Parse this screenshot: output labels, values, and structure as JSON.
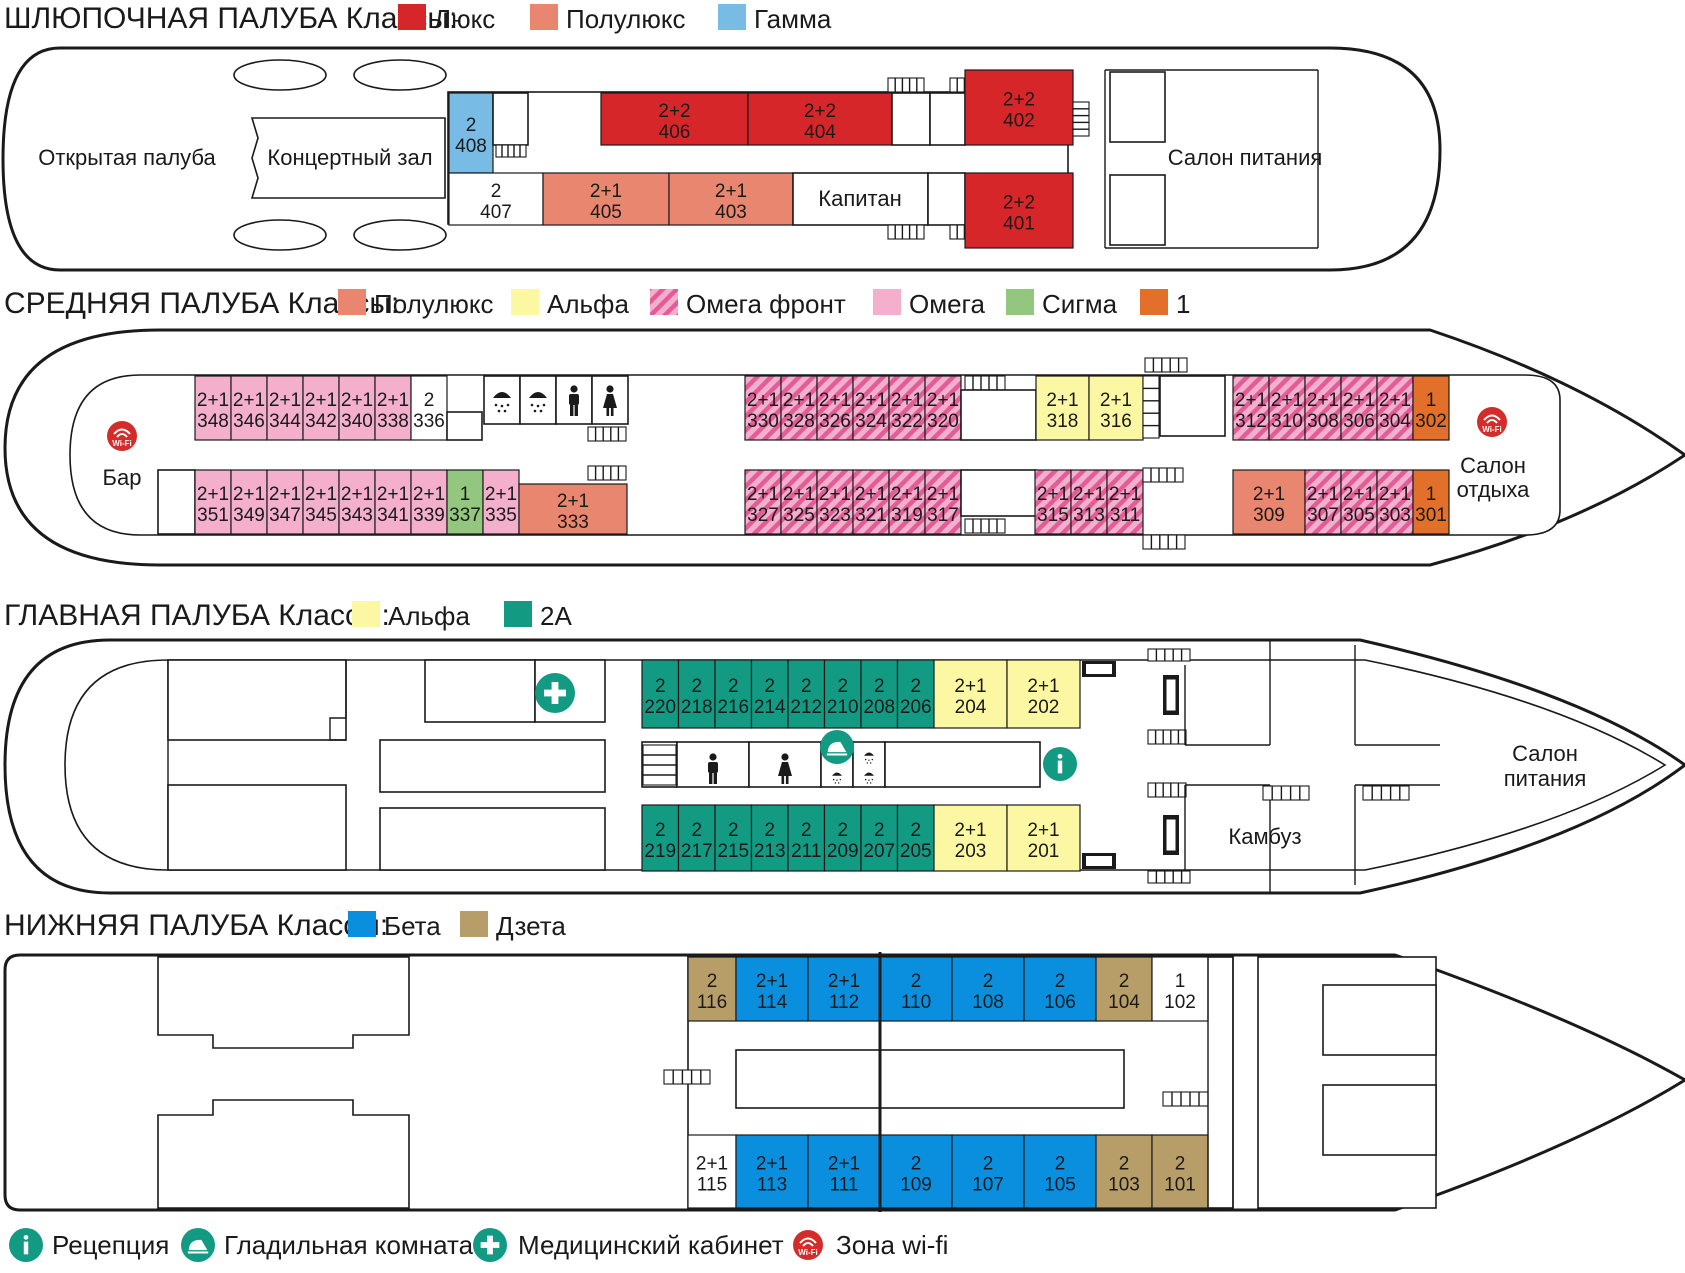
{
  "colors": {
    "lux": "#d7262a",
    "semilux": "#e9866f",
    "gamma": "#78bce6",
    "alpha": "#fbf7a3",
    "omega": "#f3afcc",
    "omega_stripe": "#e25c98",
    "sigma": "#93c77f",
    "one": "#e2702b",
    "teal": "#129a83",
    "beta": "#0a8fdf",
    "zeta": "#b79e69",
    "white": "#ffffff",
    "wifi": "#d42c2a"
  },
  "decks": {
    "boat": {
      "title": "ШЛЮПОЧНАЯ ПАЛУБА Классы:",
      "legend": [
        {
          "label": "Люкс",
          "cls": "lux"
        },
        {
          "label": "Полулюкс",
          "cls": "semilux"
        },
        {
          "label": "Гамма",
          "cls": "gamma"
        }
      ],
      "areas": {
        "open": "Открытая палуба",
        "concert": "Концертный зал",
        "captain": "Капитан",
        "dining": "Салон питания"
      },
      "cabins": [
        {
          "id": "408",
          "beds": "2",
          "cls": "gamma"
        },
        {
          "id": "406",
          "beds": "2+2",
          "cls": "lux"
        },
        {
          "id": "404",
          "beds": "2+2",
          "cls": "lux"
        },
        {
          "id": "402",
          "beds": "2+2",
          "cls": "lux"
        },
        {
          "id": "407",
          "beds": "2",
          "cls": "white"
        },
        {
          "id": "405",
          "beds": "2+1",
          "cls": "semilux"
        },
        {
          "id": "403",
          "beds": "2+1",
          "cls": "semilux"
        },
        {
          "id": "401",
          "beds": "2+2",
          "cls": "lux"
        }
      ]
    },
    "middle": {
      "title": "СРЕДНЯЯ ПАЛУБА Классы:",
      "legend": [
        {
          "label": "Полулюкс",
          "cls": "semilux"
        },
        {
          "label": "Альфа",
          "cls": "alpha"
        },
        {
          "label": "Омега фронт",
          "cls": "omegaf"
        },
        {
          "label": "Омега",
          "cls": "omega"
        },
        {
          "label": "Сигма",
          "cls": "sigma"
        },
        {
          "label": "1",
          "cls": "one"
        }
      ],
      "areas": {
        "bar": "Бар",
        "lounge1": "Салон",
        "lounge2": "отдыха"
      },
      "cabins_top": [
        {
          "id": "348",
          "beds": "2+1",
          "cls": "omega"
        },
        {
          "id": "346",
          "beds": "2+1",
          "cls": "omega"
        },
        {
          "id": "344",
          "beds": "2+1",
          "cls": "omega"
        },
        {
          "id": "342",
          "beds": "2+1",
          "cls": "omega"
        },
        {
          "id": "340",
          "beds": "2+1",
          "cls": "omega"
        },
        {
          "id": "338",
          "beds": "2+1",
          "cls": "omega"
        },
        {
          "id": "336",
          "beds": "2",
          "cls": "white"
        },
        {
          "id": "330",
          "beds": "2+1",
          "cls": "omegaf"
        },
        {
          "id": "328",
          "beds": "2+1",
          "cls": "omegaf"
        },
        {
          "id": "326",
          "beds": "2+1",
          "cls": "omegaf"
        },
        {
          "id": "324",
          "beds": "2+1",
          "cls": "omegaf"
        },
        {
          "id": "322",
          "beds": "2+1",
          "cls": "omegaf"
        },
        {
          "id": "320",
          "beds": "2+1",
          "cls": "omegaf"
        },
        {
          "id": "318",
          "beds": "2+1",
          "cls": "alpha"
        },
        {
          "id": "316",
          "beds": "2+1",
          "cls": "alpha"
        },
        {
          "id": "312",
          "beds": "2+1",
          "cls": "omegaf"
        },
        {
          "id": "310",
          "beds": "2+1",
          "cls": "omegaf"
        },
        {
          "id": "308",
          "beds": "2+1",
          "cls": "omegaf"
        },
        {
          "id": "306",
          "beds": "2+1",
          "cls": "omegaf"
        },
        {
          "id": "304",
          "beds": "2+1",
          "cls": "omegaf"
        },
        {
          "id": "302",
          "beds": "1",
          "cls": "one"
        }
      ],
      "cabins_bottom": [
        {
          "id": "351",
          "beds": "2+1",
          "cls": "omega"
        },
        {
          "id": "349",
          "beds": "2+1",
          "cls": "omega"
        },
        {
          "id": "347",
          "beds": "2+1",
          "cls": "omega"
        },
        {
          "id": "345",
          "beds": "2+1",
          "cls": "omega"
        },
        {
          "id": "343",
          "beds": "2+1",
          "cls": "omega"
        },
        {
          "id": "341",
          "beds": "2+1",
          "cls": "omega"
        },
        {
          "id": "339",
          "beds": "2+1",
          "cls": "omega"
        },
        {
          "id": "337",
          "beds": "1",
          "cls": "sigma"
        },
        {
          "id": "335",
          "beds": "2+1",
          "cls": "omega"
        },
        {
          "id": "333",
          "beds": "2+1",
          "cls": "semilux"
        },
        {
          "id": "327",
          "beds": "2+1",
          "cls": "omegaf"
        },
        {
          "id": "325",
          "beds": "2+1",
          "cls": "omegaf"
        },
        {
          "id": "323",
          "beds": "2+1",
          "cls": "omegaf"
        },
        {
          "id": "321",
          "beds": "2+1",
          "cls": "omegaf"
        },
        {
          "id": "319",
          "beds": "2+1",
          "cls": "omegaf"
        },
        {
          "id": "317",
          "beds": "2+1",
          "cls": "omegaf"
        },
        {
          "id": "315",
          "beds": "2+1",
          "cls": "omegaf"
        },
        {
          "id": "313",
          "beds": "2+1",
          "cls": "omegaf"
        },
        {
          "id": "311",
          "beds": "2+1",
          "cls": "omegaf"
        },
        {
          "id": "309",
          "beds": "2+1",
          "cls": "semilux"
        },
        {
          "id": "307",
          "beds": "2+1",
          "cls": "omegaf"
        },
        {
          "id": "305",
          "beds": "2+1",
          "cls": "omegaf"
        },
        {
          "id": "303",
          "beds": "2+1",
          "cls": "omegaf"
        },
        {
          "id": "301",
          "beds": "1",
          "cls": "one"
        }
      ]
    },
    "main": {
      "title": "ГЛАВНАЯ ПАЛУБА Классы:",
      "legend": [
        {
          "label": "Альфа",
          "cls": "alpha"
        },
        {
          "label": "2А",
          "cls": "teal"
        }
      ],
      "areas": {
        "dining1": "Салон",
        "dining2": "питания",
        "galley": "Камбуз"
      },
      "cabins_top": [
        {
          "id": "220",
          "beds": "2",
          "cls": "teal"
        },
        {
          "id": "218",
          "beds": "2",
          "cls": "teal"
        },
        {
          "id": "216",
          "beds": "2",
          "cls": "teal"
        },
        {
          "id": "214",
          "beds": "2",
          "cls": "teal"
        },
        {
          "id": "212",
          "beds": "2",
          "cls": "teal"
        },
        {
          "id": "210",
          "beds": "2",
          "cls": "teal"
        },
        {
          "id": "208",
          "beds": "2",
          "cls": "teal"
        },
        {
          "id": "206",
          "beds": "2",
          "cls": "teal"
        },
        {
          "id": "204",
          "beds": "2+1",
          "cls": "alpha"
        },
        {
          "id": "202",
          "beds": "2+1",
          "cls": "alpha"
        }
      ],
      "cabins_bottom": [
        {
          "id": "219",
          "beds": "2",
          "cls": "teal"
        },
        {
          "id": "217",
          "beds": "2",
          "cls": "teal"
        },
        {
          "id": "215",
          "beds": "2",
          "cls": "teal"
        },
        {
          "id": "213",
          "beds": "2",
          "cls": "teal"
        },
        {
          "id": "211",
          "beds": "2",
          "cls": "teal"
        },
        {
          "id": "209",
          "beds": "2",
          "cls": "teal"
        },
        {
          "id": "207",
          "beds": "2",
          "cls": "teal"
        },
        {
          "id": "205",
          "beds": "2",
          "cls": "teal"
        },
        {
          "id": "203",
          "beds": "2+1",
          "cls": "alpha"
        },
        {
          "id": "201",
          "beds": "2+1",
          "cls": "alpha"
        }
      ]
    },
    "lower": {
      "title": "НИЖНЯЯ ПАЛУБА Классы:",
      "legend": [
        {
          "label": "Бета",
          "cls": "beta"
        },
        {
          "label": "Дзета",
          "cls": "zeta"
        }
      ],
      "cabins_top": [
        {
          "id": "116",
          "beds": "2",
          "cls": "zeta"
        },
        {
          "id": "114",
          "beds": "2+1",
          "cls": "beta"
        },
        {
          "id": "112",
          "beds": "2+1",
          "cls": "beta"
        },
        {
          "id": "110",
          "beds": "2",
          "cls": "beta"
        },
        {
          "id": "108",
          "beds": "2",
          "cls": "beta"
        },
        {
          "id": "106",
          "beds": "2",
          "cls": "beta"
        },
        {
          "id": "104",
          "beds": "2",
          "cls": "zeta"
        },
        {
          "id": "102",
          "beds": "1",
          "cls": "white"
        }
      ],
      "cabins_bottom": [
        {
          "id": "115",
          "beds": "2+1",
          "cls": "white"
        },
        {
          "id": "113",
          "beds": "2+1",
          "cls": "beta"
        },
        {
          "id": "111",
          "beds": "2+1",
          "cls": "beta"
        },
        {
          "id": "109",
          "beds": "2",
          "cls": "beta"
        },
        {
          "id": "107",
          "beds": "2",
          "cls": "beta"
        },
        {
          "id": "105",
          "beds": "2",
          "cls": "beta"
        },
        {
          "id": "103",
          "beds": "2",
          "cls": "zeta"
        },
        {
          "id": "101",
          "beds": "2",
          "cls": "zeta"
        }
      ]
    }
  },
  "footer_legend": [
    {
      "label": "Рецепция",
      "icon": "info-icon"
    },
    {
      "label": "Гладильная комната",
      "icon": "iron-icon"
    },
    {
      "label": "Медицинский кабинет",
      "icon": "medical-cross-icon"
    },
    {
      "label": "Зона wi-fi",
      "icon": "wifi-icon"
    }
  ],
  "wifi_badge": "Wi-Fi"
}
